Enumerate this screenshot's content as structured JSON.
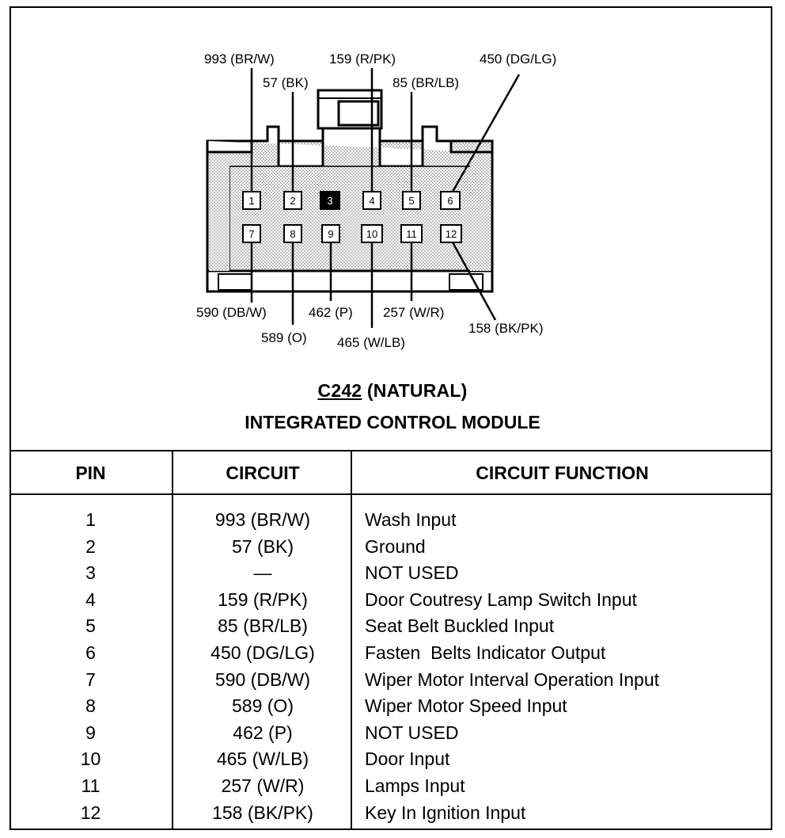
{
  "connector": {
    "pins_top_row": [
      "1",
      "2",
      "3",
      "4",
      "5",
      "6"
    ],
    "pins_bottom_row": [
      "7",
      "8",
      "9",
      "10",
      "11",
      "12"
    ],
    "unused_pin_highlight": "3",
    "labels_top": {
      "p1": "993 (BR/W)",
      "p2": "57 (BK)",
      "p4": "159 (R/PK)",
      "p5": "85 (BR/LB)",
      "p6": "450 (DG/LG)"
    },
    "labels_bottom": {
      "p7": "590 (DB/W)",
      "p8": "589 (O)",
      "p9": "462 (P)",
      "p10": "465 (W/LB)",
      "p11": "257 (W/R)",
      "p12": "158 (BK/PK)"
    }
  },
  "title": {
    "connector_id": "C242",
    "connector_color": "(NATURAL)",
    "module": "INTEGRATED CONTROL MODULE"
  },
  "table": {
    "headers": {
      "pin": "PIN",
      "circuit": "CIRCUIT",
      "function": "CIRCUIT FUNCTION"
    },
    "rows": [
      {
        "pin": "1",
        "circuit": "993 (BR/W)",
        "function": "Wash Input"
      },
      {
        "pin": "2",
        "circuit": "57 (BK)",
        "function": "Ground"
      },
      {
        "pin": "3",
        "circuit": "—",
        "function": "NOT USED"
      },
      {
        "pin": "4",
        "circuit": "159 (R/PK)",
        "function": "Door Coutresy Lamp Switch Input"
      },
      {
        "pin": "5",
        "circuit": "85 (BR/LB)",
        "function": "Seat Belt Buckled Input"
      },
      {
        "pin": "6",
        "circuit": "450 (DG/LG)",
        "function": "Fasten  Belts Indicator Output"
      },
      {
        "pin": "7",
        "circuit": "590 (DB/W)",
        "function": "Wiper Motor Interval Operation Input"
      },
      {
        "pin": "8",
        "circuit": "589 (O)",
        "function": "Wiper Motor Speed Input"
      },
      {
        "pin": "9",
        "circuit": "462 (P)",
        "function": "NOT USED"
      },
      {
        "pin": "10",
        "circuit": "465 (W/LB)",
        "function": "Door Input"
      },
      {
        "pin": "11",
        "circuit": "257 (W/R)",
        "function": "Lamps Input"
      },
      {
        "pin": "12",
        "circuit": "158 (BK/PK)",
        "function": "Key In Ignition Input"
      }
    ]
  }
}
